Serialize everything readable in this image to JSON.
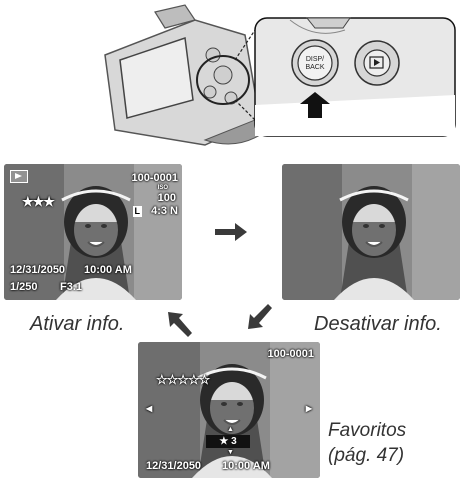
{
  "camera": {
    "button_label_line1": "DISP/",
    "button_label_line2": "BACK"
  },
  "screens": {
    "info_on": {
      "frame_number": "100-0001",
      "iso_label": "ISO",
      "iso_value": "100",
      "size_badge": "L",
      "aspect_quality": "4:3 N",
      "date": "12/31/2050",
      "time": "10:00 AM",
      "shutter": "1/250",
      "aperture": "F3.1"
    },
    "favorites": {
      "frame_number": "100-0001",
      "rating_value": "3",
      "date": "12/31/2050",
      "time": "10:00 AM"
    }
  },
  "captions": {
    "activate": "Ativar info.",
    "deactivate": "Desativar info.",
    "favorites_line1": "Favoritos",
    "favorites_line2": "(pág. 47)"
  },
  "colors": {
    "screen_bg": "#7a7a7a",
    "arrow": "#3a3a3a",
    "caption": "#333333"
  },
  "icons": [
    "playback-icon",
    "star-icon",
    "left-arrow-icon",
    "right-arrow-icon",
    "up-arrow-icon",
    "down-arrow-icon"
  ]
}
